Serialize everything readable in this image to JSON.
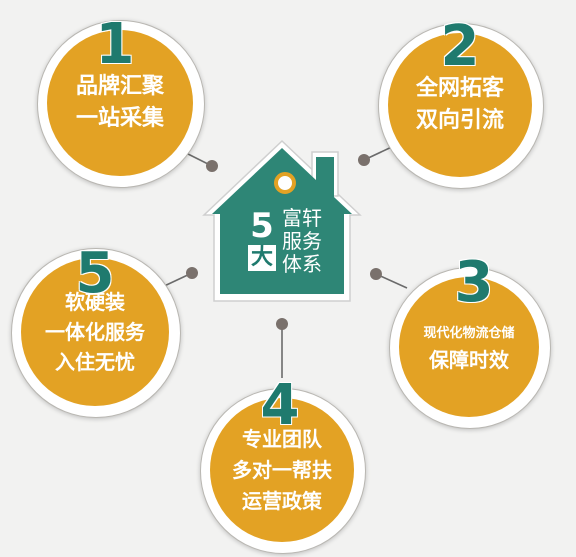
{
  "center": {
    "number": "5",
    "big_char": "大",
    "lines": [
      "富轩",
      "服务",
      "体系"
    ]
  },
  "items": [
    {
      "number": "1",
      "lines": [
        "品牌汇聚",
        "一站采集"
      ]
    },
    {
      "number": "2",
      "lines": [
        "全网拓客",
        "双向引流"
      ]
    },
    {
      "number": "3",
      "lines": [
        "现代化物流仓储",
        "保障时效"
      ]
    },
    {
      "number": "4",
      "lines": [
        "专业团队",
        "多对一帮扶",
        "运营政策"
      ]
    },
    {
      "number": "5",
      "lines": [
        "软硬装",
        "一体化服务",
        "入住无忧"
      ]
    }
  ],
  "colors": {
    "background": "#f2f2f1",
    "circle_fill": "#e3a224",
    "house_fill": "#2e8676",
    "number_color": "#1f7a6e",
    "connector": "#6b6b6b"
  }
}
